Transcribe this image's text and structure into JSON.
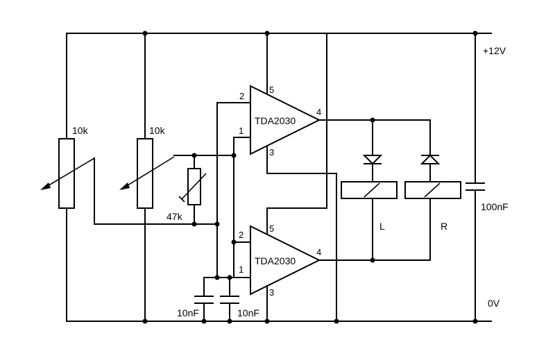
{
  "rails": {
    "supply": "+12V",
    "ground": "0V"
  },
  "potentiometers": [
    {
      "id": "pot-1",
      "value": "10k"
    },
    {
      "id": "pot-2",
      "value": "10k"
    }
  ],
  "trimmer": {
    "value": "47k"
  },
  "amplifiers": [
    {
      "id": "amp-top",
      "part": "TDA2030",
      "pins": {
        "in_plus": "1",
        "in_minus": "2",
        "gnd": "3",
        "out": "4",
        "vcc": "5"
      }
    },
    {
      "id": "amp-bottom",
      "part": "TDA2030",
      "pins": {
        "in_plus": "1",
        "in_minus": "2",
        "gnd": "3",
        "out": "4",
        "vcc": "5"
      }
    }
  ],
  "capacitors": [
    {
      "id": "cap-1",
      "value": "10nF"
    },
    {
      "id": "cap-2",
      "value": "10nF"
    },
    {
      "id": "cap-3",
      "value": "100nF"
    }
  ],
  "meters": {
    "left": "L",
    "right": "R"
  }
}
